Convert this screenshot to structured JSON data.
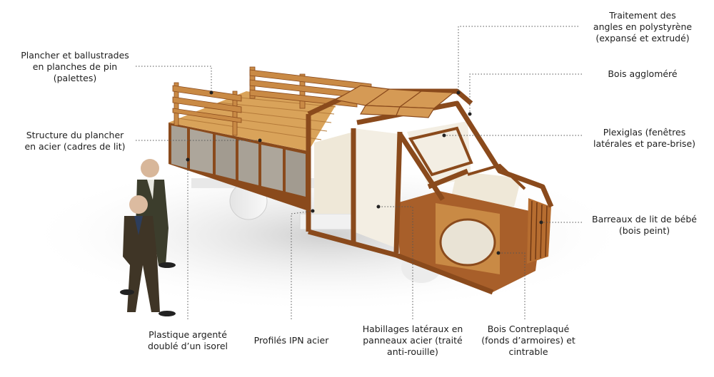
{
  "labels": {
    "plancher_ballustrades": [
      "Plancher et ballustrades",
      "en planches de pin",
      "(palettes)"
    ],
    "structure_plancher": [
      "Structure du plancher",
      "en acier (cadres de lit)"
    ],
    "plastique": [
      "Plastique argenté",
      "doublé d’un isorel"
    ],
    "profiles": [
      "Profilés IPN acier"
    ],
    "habillages": [
      "Habillages latéraux en",
      "panneaux acier (traité",
      "anti-rouille)"
    ],
    "contreplaque": [
      "Bois Contreplaqué",
      "(fonds d’armoires) et",
      "cintrable"
    ],
    "traitement": [
      "Traitement des",
      "angles en polystyrène",
      "(expansé et extrudé)"
    ],
    "bois_agglomere": [
      "Bois aggloméré"
    ],
    "plexiglas": [
      "Plexiglas (fenêtres",
      "latérales et pare-brise)"
    ],
    "barreaux": [
      "Barreaux de lit de bébé",
      "(bois peint)"
    ]
  },
  "colors": {
    "wood_light": "#d9a35a",
    "wood_dark": "#8a4a1c",
    "panel_grey": "#a8a196",
    "cream": "#f3eee3"
  }
}
